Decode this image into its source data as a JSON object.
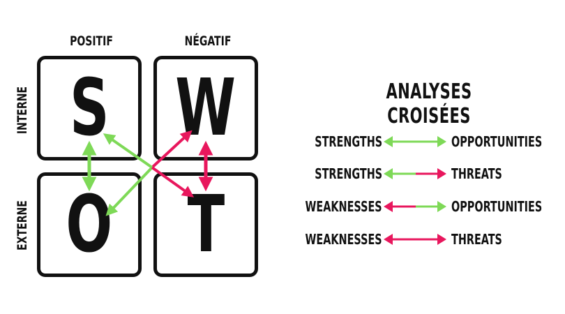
{
  "headers": {
    "col_positive": "POSITIF",
    "col_negative": "NÉGATIF",
    "row_internal": "INTERNE",
    "row_external": "EXTERNE"
  },
  "quadrants": {
    "s": "S",
    "w": "W",
    "o": "O",
    "t": "T"
  },
  "title": "ANALYSES CROISÉES",
  "combinations": [
    {
      "left": "STRENGTHS",
      "right": "OPPORTUNITIES",
      "left_color": "#7ed957",
      "right_color": "#7ed957"
    },
    {
      "left": "STRENGTHS",
      "right": "THREATS",
      "left_color": "#7ed957",
      "right_color": "#e8175d"
    },
    {
      "left": "WEAKNESSES",
      "right": "OPPORTUNITIES",
      "left_color": "#e8175d",
      "right_color": "#7ed957"
    },
    {
      "left": "WEAKNESSES",
      "right": "THREATS",
      "left_color": "#e8175d",
      "right_color": "#e8175d"
    }
  ],
  "colors": {
    "green": "#7ed957",
    "pink": "#e8175d",
    "border": "#111111"
  }
}
